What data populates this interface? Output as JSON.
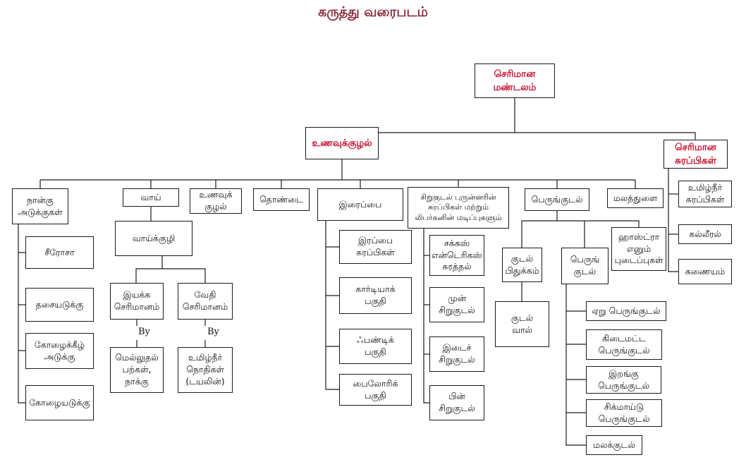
{
  "title": "கருத்து வரைபடம்",
  "colors": {
    "title": "#8b2a3a",
    "accent": "#c8102e",
    "line": "#1a1a1a"
  },
  "nodes": {
    "root": "செரிமான\nமண்டலம்",
    "tract": "உணவுக்குழல்",
    "glands": "செரிமான\nசுரப்பிகள்",
    "layers": "நான்கு\nஅடுக்குகள்",
    "mouth": "வாய்",
    "esophagus": "உணவுக்\nகுழல்",
    "pharynx": "தொண்டை",
    "stomach": "இரைப்பை",
    "small_intestine": "சிறுகுடல் புருன்னரின்\nசுரப்பிகள் மற்றும்\nலிபர்கனின் மடிப்புகளும்",
    "large_intestine": "பெருங்குடல்",
    "anus": "மலத்துளை",
    "salivary": "உமிழ்நீர்\nசுரப்பிகள்",
    "liver": "கல்லீரல்",
    "pancreas": "கணையம்",
    "serosa": "சீரோசா",
    "muscularis": "தசையடுக்கு",
    "submucosa": "கோழைக்கீழ்\nஅடுக்கு",
    "mucosa": "கோழையடுக்கு",
    "oral_cavity": "வாய்க்குழி",
    "mechanical": "இயக்க\nசெரிமானம்",
    "chemical": "வேதி\nசெரிமானம்",
    "by_1": "By",
    "by_2": "By",
    "teeth": "மெல்லுதல்\nபற்கள்,\nநாக்கு",
    "saliva": "உமிழ்நீர்\nநொதிகள்\n(டயலின்)",
    "gastric_glands": "இரப்பை\nசுரப்பிகள்",
    "cardiac": "கார்டியாக்\nபகுதி",
    "fundic": "ஃபண்டிக்\nபகுதி",
    "pyloric": "பைலோரிக்\nபகுதி",
    "succus": "சக்கஸ்\nஎன்டெரிகஸ்\nசுரத்தல்",
    "duodenum": "முன்\nசிறுகுடல்",
    "jejunum": "இடைச்\nசிறுகுடல்",
    "ileum": "பின்\nசிறுகுடல்",
    "haustra": "ஹாஸ்ட்ரா\nஎனும்\nபுடைப்புகள்",
    "caecum": "குடல்\nபிதுக்கம்",
    "colon": "பெருங்\nகுடல்",
    "appendix": "குடல்\nவால்",
    "ascending": "ஏறு பெருங்குடல்",
    "transverse": "கிடைமட்ட\nபெருங்குடல்",
    "descending": "இறங்கு\nபெருங்குடல்",
    "sigmoid": "சிக்மாய்டு\nபெருங்குடல்",
    "rectum": "மலக்குடல்"
  }
}
